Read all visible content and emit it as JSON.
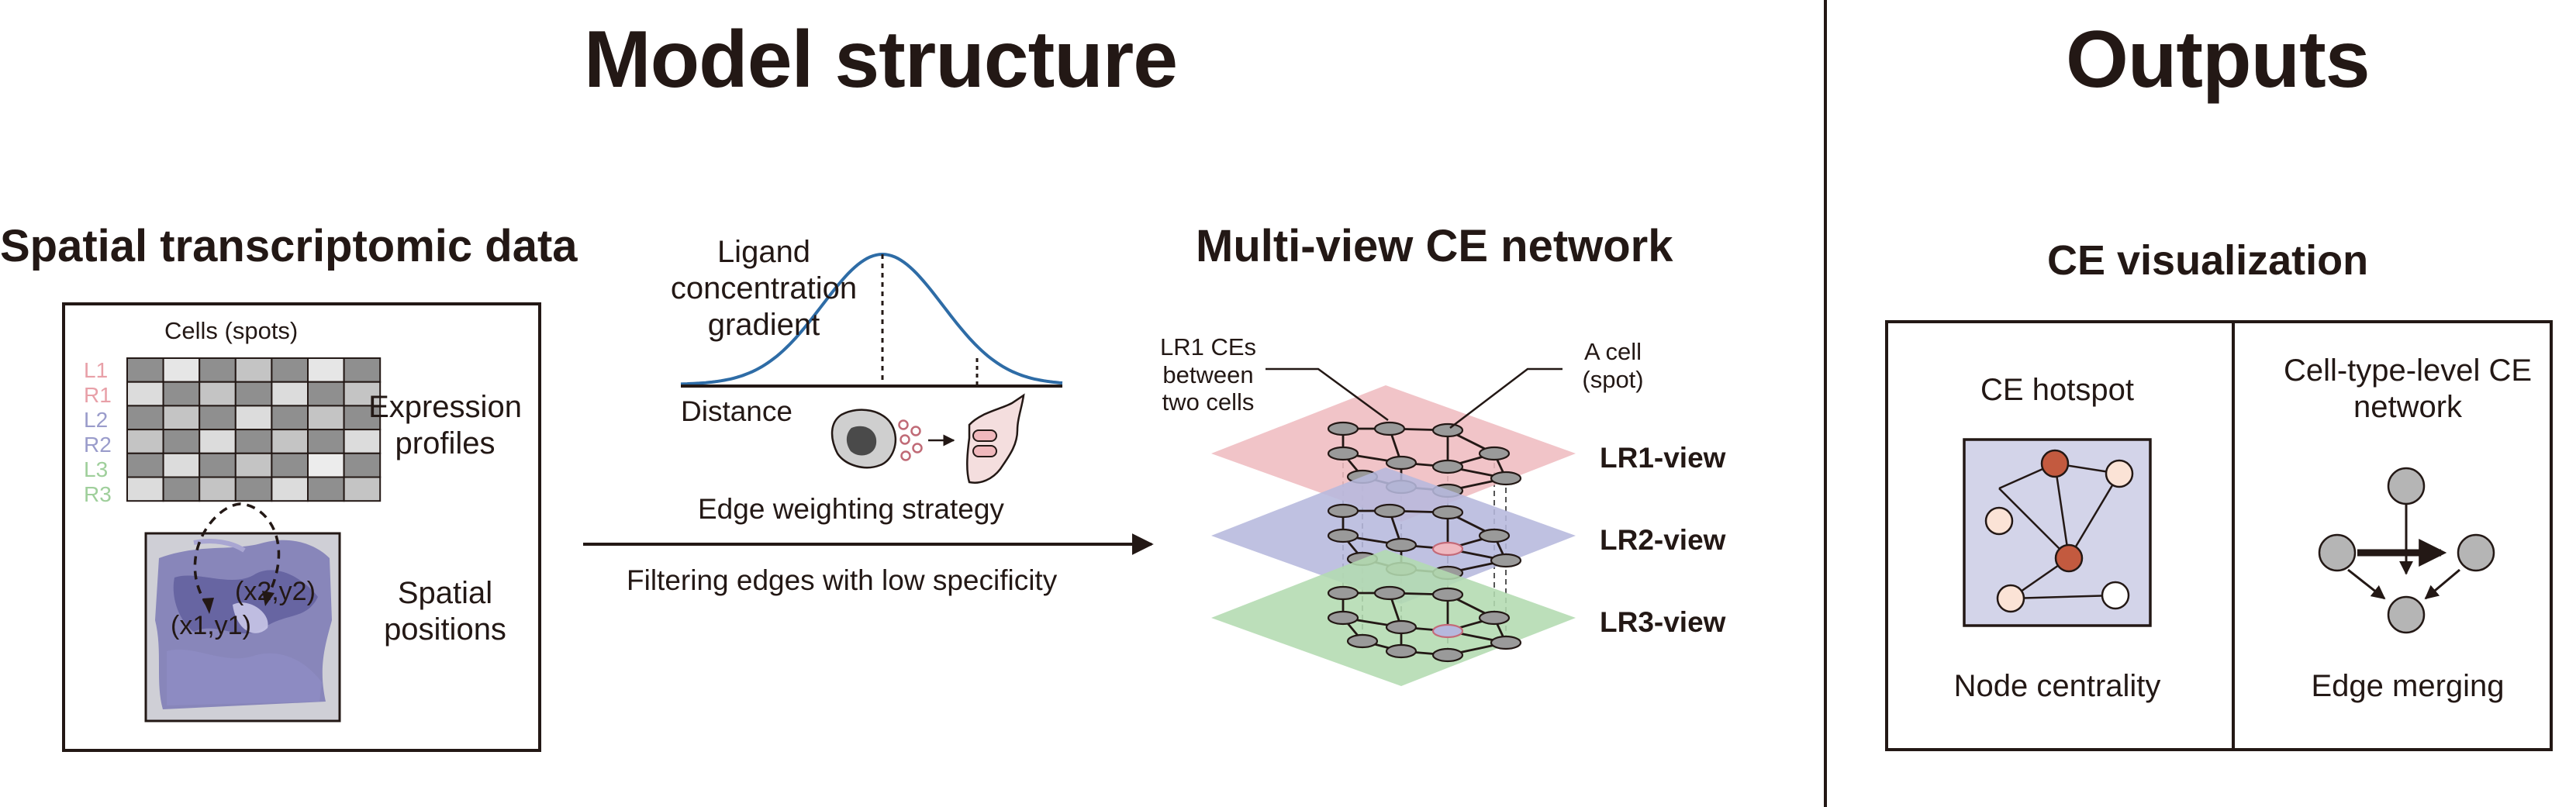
{
  "headers": {
    "left": "Model structure",
    "right": "Outputs"
  },
  "spatial": {
    "title": "Spatial transcriptomic data",
    "cells_label": "Cells (spots)",
    "genes": [
      {
        "name": "L1",
        "color": "#e8a0a8"
      },
      {
        "name": "R1",
        "color": "#e8a0a8"
      },
      {
        "name": "L2",
        "color": "#9a9ccb"
      },
      {
        "name": "R2",
        "color": "#9a9ccb"
      },
      {
        "name": "L3",
        "color": "#9fcf9b"
      },
      {
        "name": "R3",
        "color": "#9fcf9b"
      }
    ],
    "expression_label": "Expression profiles",
    "positions_label": "Spatial positions",
    "coord1": "(x1,y1)",
    "coord2": "(x2,y2)"
  },
  "weighting": {
    "ligand_label": "Ligand concentration gradient",
    "distance_label": "Distance",
    "strategy_label": "Edge weighting strategy",
    "filter_label": "Filtering edges with low specificity"
  },
  "network": {
    "title": "Multi-view CE network",
    "annotation_left": "LR1 CEs between two cells",
    "annotation_right": "A cell (spot)",
    "views": [
      {
        "name": "LR1-view",
        "color": "#efbcc0"
      },
      {
        "name": "LR2-view",
        "color": "#b6b8dd"
      },
      {
        "name": "LR3-view",
        "color": "#b3dbb0"
      }
    ]
  },
  "outputs": {
    "title": "CE visualization",
    "hotspot_title": "CE hotspot",
    "hotspot_caption": "Node centrality",
    "celltype_title": "Cell-type-level CE network",
    "celltype_caption": "Edge merging"
  }
}
